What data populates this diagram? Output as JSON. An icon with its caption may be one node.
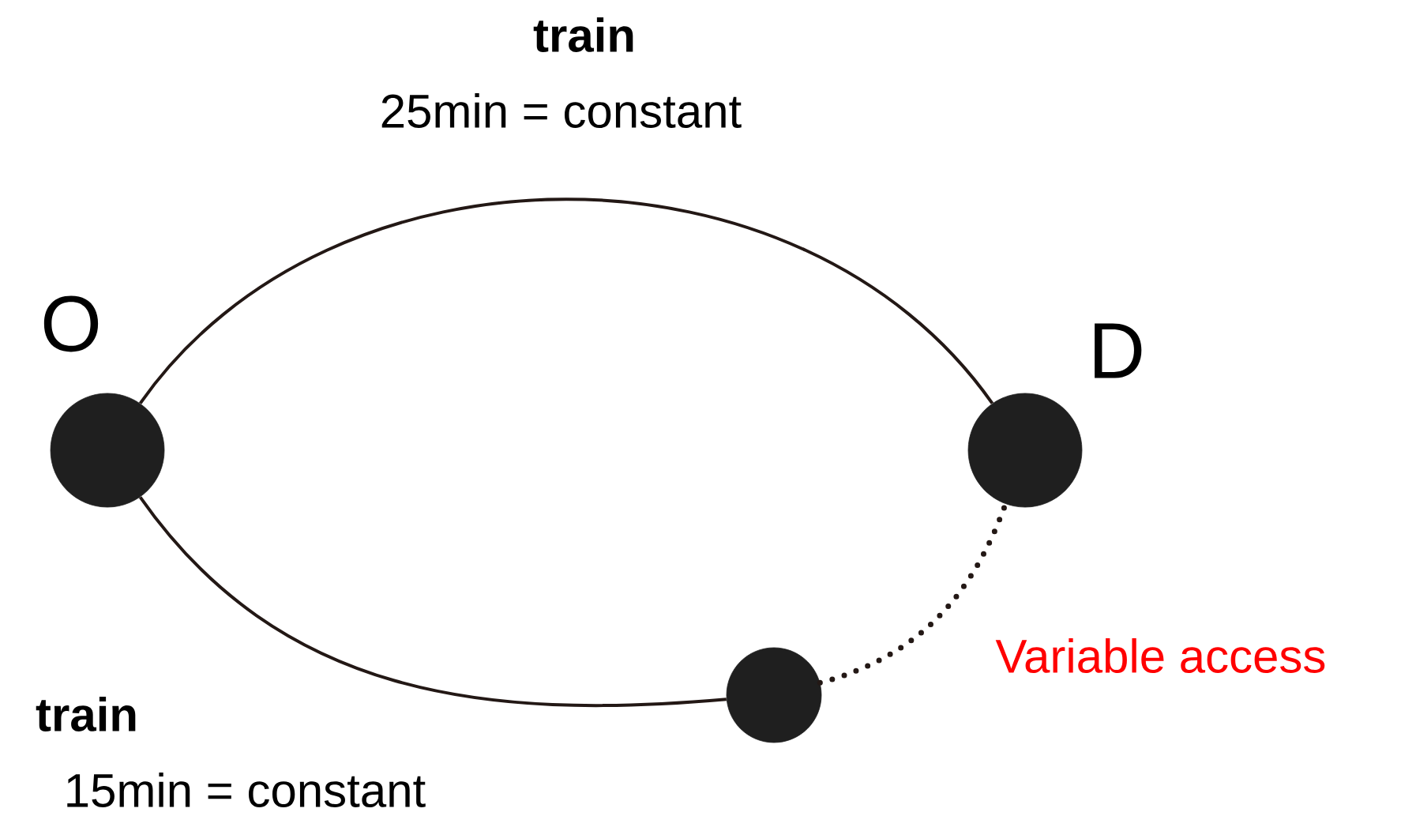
{
  "diagram": {
    "nodes": [
      {
        "text": [],
        "shape": "circle",
        "beside": [
          "O"
        ]
      },
      {
        "text": [],
        "shape": "circle",
        "beside": [
          "D"
        ]
      },
      {
        "text": [],
        "shape": "circle"
      }
    ],
    "edges": [
      {
        "from": 0,
        "to": 1,
        "arrow": "none"
      },
      {
        "from": 0,
        "to": 2,
        "arrow": "none"
      },
      {
        "from": 2,
        "to": 1,
        "arrow": "none",
        "style": "dashed"
      }
    ],
    "labels": [
      "train",
      "25min = constant",
      "train",
      "15min = constant",
      "Variable access"
    ]
  }
}
